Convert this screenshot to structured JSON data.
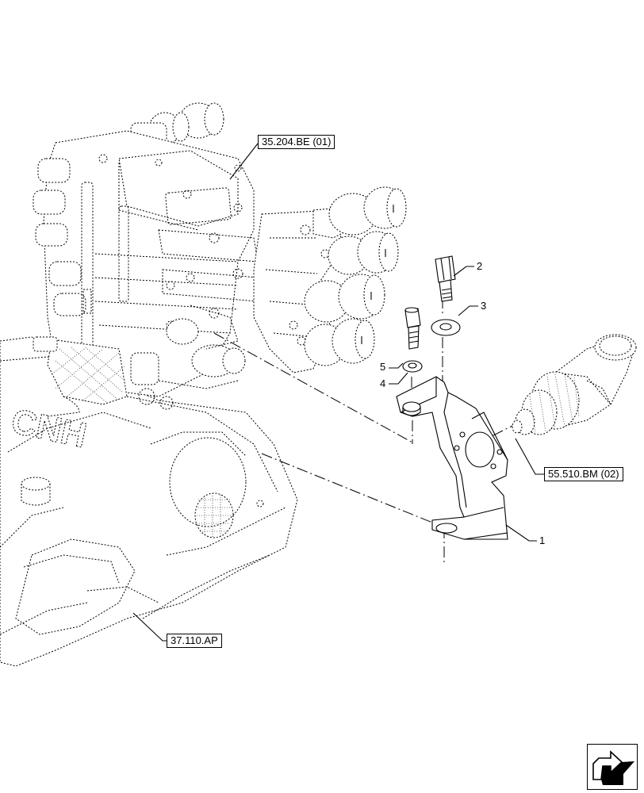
{
  "references": {
    "valve_block": "35.204.BE (01)",
    "cover": "37.110.AP",
    "sensor": "55.510.BM (02)"
  },
  "callouts": {
    "item1": "1",
    "item2": "2",
    "item3": "3",
    "item4": "4",
    "item5": "5"
  },
  "casting_text": "CNH",
  "icons": {
    "navigation": "arrow-icon"
  }
}
